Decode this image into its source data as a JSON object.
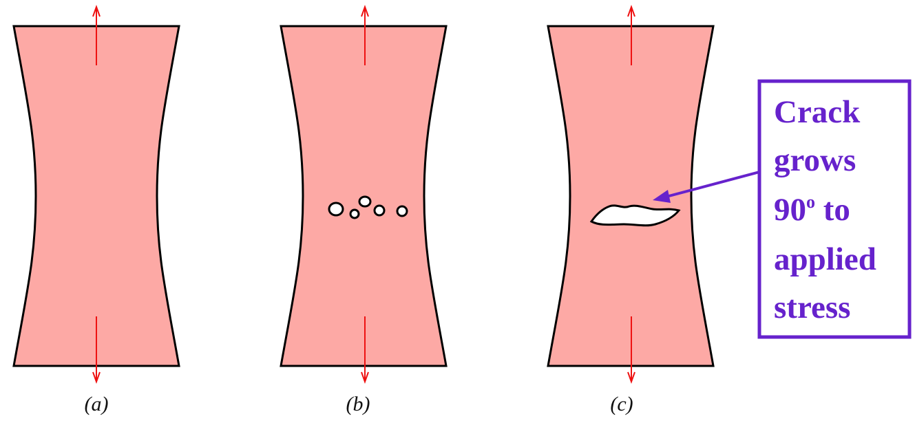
{
  "colors": {
    "specimen_fill": "#fda9a5",
    "specimen_outline": "#000000",
    "stress_arrow": "#ee1111",
    "callout": "#6622cc",
    "void_fill": "#ffffff"
  },
  "panels": [
    {
      "label": "(a)",
      "feature": "none"
    },
    {
      "label": "(b)",
      "feature": "voids"
    },
    {
      "label": "(c)",
      "feature": "crack"
    }
  ],
  "callout": {
    "line1": "Crack",
    "line2": "grows",
    "line3_prefix": "90",
    "line3_sup": "o",
    "line3_suffix": " to",
    "line4": "applied",
    "line5": "stress"
  },
  "icons": {
    "stress_arrow": "double-arrow-icon",
    "callout_pointer": "arrow-left-icon"
  }
}
